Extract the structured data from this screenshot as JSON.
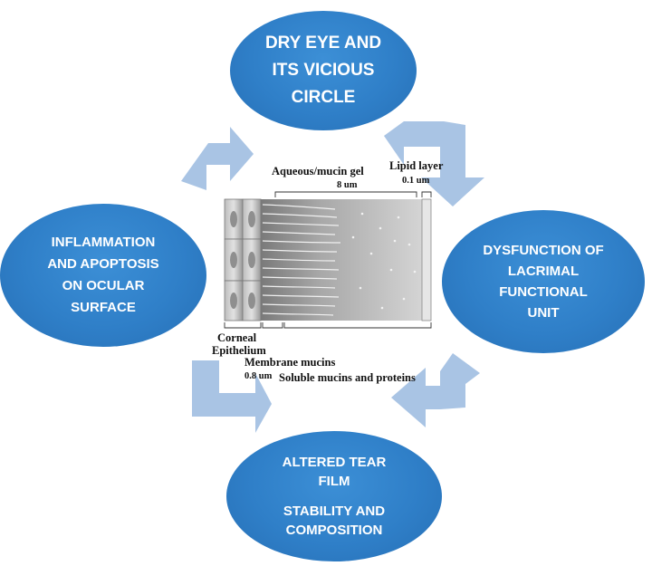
{
  "ovals": {
    "top": {
      "lines": [
        "DRY EYE AND",
        "ITS VICIOUS",
        "CIRCLE"
      ]
    },
    "right": {
      "lines": [
        "DYSFUNCTION OF",
        "LACRIMAL",
        "FUNCTIONAL",
        "UNIT"
      ]
    },
    "bottom": {
      "line1": "ALTERED TEAR",
      "line2": "FILM",
      "line3": "STABILITY AND",
      "line4": "COMPOSITION"
    },
    "left": {
      "lines": [
        "INFLAMMATION",
        "AND APOPTOSIS",
        "ON OCULAR",
        "SURFACE"
      ]
    }
  },
  "tear_film": {
    "aqueous_label": "Aqueous/mucin gel",
    "aqueous_thickness": "8 um",
    "lipid_label": "Lipid layer",
    "lipid_thickness": "0.1 um",
    "corneal_label_1": "Corneal",
    "corneal_label_2": "Epithelium",
    "membrane_label": "Membrane mucins",
    "membrane_thickness": "0.8 um",
    "soluble_label": "Soluble mucins and proteins"
  },
  "colors": {
    "oval_blue": "#2f7fc8",
    "arrow_blue": "#a9c4e4"
  }
}
